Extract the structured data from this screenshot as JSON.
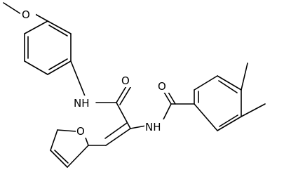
{
  "structure": {
    "atoms": {
      "methoxy_o": "O",
      "amide_nh_left": "NH",
      "amide_o_left": "O",
      "amide_nh_right": "NH",
      "amide_o_right": "O",
      "furan_o": "O"
    }
  },
  "colors": {
    "bond": "#000000",
    "label": "#000000",
    "background": "#ffffff"
  }
}
